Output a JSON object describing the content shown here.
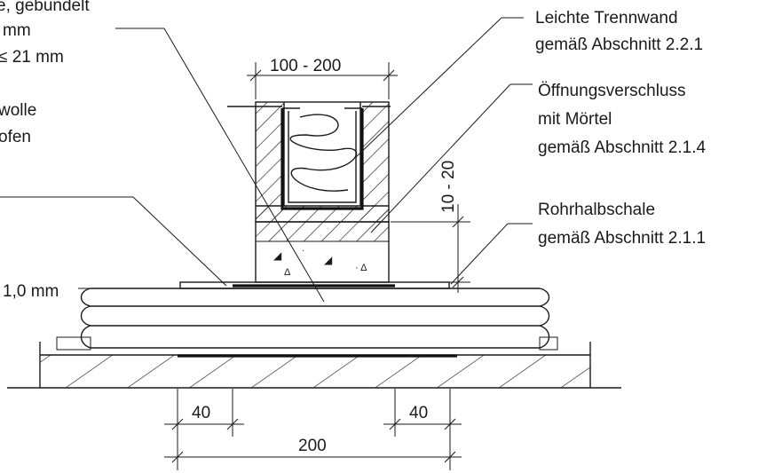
{
  "labels_left": [
    "e, gebundelt",
    "mm",
    "≤ 21 mm",
    "wolle",
    "ofen",
    "1,0 mm"
  ],
  "labels_right": {
    "trennwand": [
      "Leichte Trennwand",
      "gemäß Abschnitt 2.2.1"
    ],
    "verschluss": [
      "Öffnungsverschluss",
      "mit Mörtel",
      "gemäß Abschnitt 2.1.4"
    ],
    "rohrhalbschale": [
      "Rohrhalbschale",
      "gemäß Abschnitt 2.1.1"
    ]
  },
  "dimensions": {
    "wall_width": "100 - 200",
    "mortar_height": "10 - 20",
    "left_offset": "40",
    "right_offset": "40",
    "total_width": "200"
  }
}
